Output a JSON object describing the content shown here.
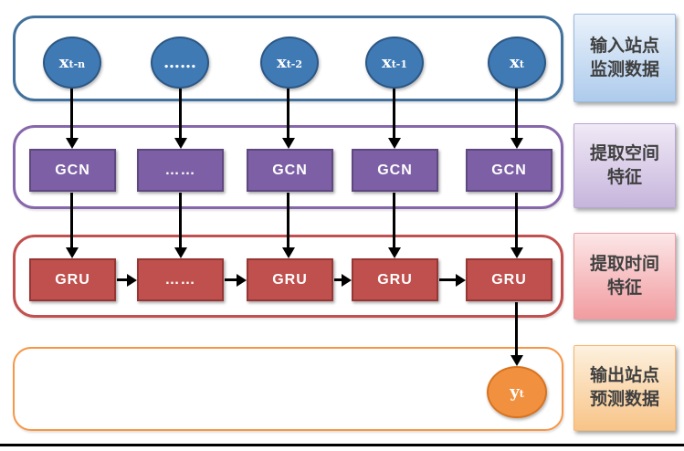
{
  "diagram": {
    "input_nodes": [
      {
        "base": "x",
        "sub": "t-n"
      },
      {
        "base": "……",
        "sub": ""
      },
      {
        "base": "x",
        "sub": "t-2"
      },
      {
        "base": "x",
        "sub": "t-1"
      },
      {
        "base": "x",
        "sub": "t"
      }
    ],
    "gcn_nodes": [
      "GCN",
      "……",
      "GCN",
      "GCN",
      "GCN"
    ],
    "gru_nodes": [
      "GRU",
      "……",
      "GRU",
      "GRU",
      "GRU"
    ],
    "output_node": {
      "base": "y",
      "sub": "t"
    },
    "side_labels": [
      {
        "line1": "输入站点",
        "line2": "监测数据"
      },
      {
        "line1": "提取空间",
        "line2": "特征"
      },
      {
        "line1": "提取时间",
        "line2": "特征"
      },
      {
        "line1": "输出站点",
        "line2": "预测数据"
      }
    ],
    "colors": {
      "input_node_fill": "#3f7ab5",
      "input_node_border": "#2c5784",
      "input_container_border": "#41719c",
      "gcn_fill": "#7c5fa5",
      "gcn_border": "#5f4880",
      "gcn_container_border": "#8767ab",
      "gru_fill": "#c0504d",
      "gru_border": "#953735",
      "gru_container_border": "#c2504e",
      "output_node_fill": "#f1913f",
      "output_node_border": "#d9731f",
      "output_container_border": "#f79646",
      "label_blue": "#aecbec",
      "label_purple": "#c6b5dc",
      "label_pink": "#f19ca0",
      "label_orange": "#f8c488",
      "label_text": "#3f3f3f",
      "arrow": "#000000"
    }
  }
}
